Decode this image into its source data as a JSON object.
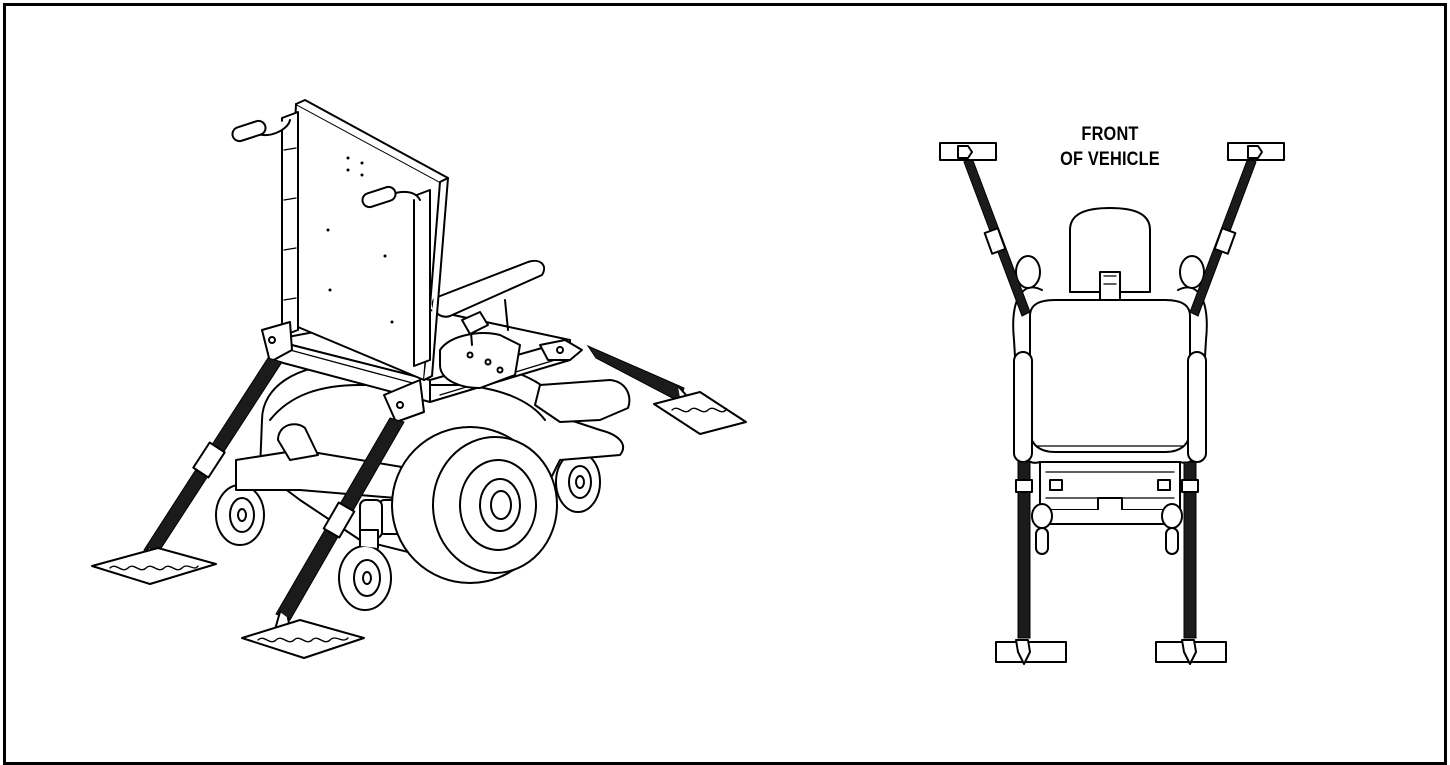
{
  "label": {
    "line1": "FRONT",
    "line2": "OF VEHICLE"
  },
  "figure_parts": [
    "wheelchair-iso-view",
    "wheelchair-top-view",
    "floor-anchor-track",
    "tiedown-strap"
  ],
  "colors": {
    "ink": "#000000",
    "paper": "#ffffff",
    "strap": "#1b1b1b"
  }
}
